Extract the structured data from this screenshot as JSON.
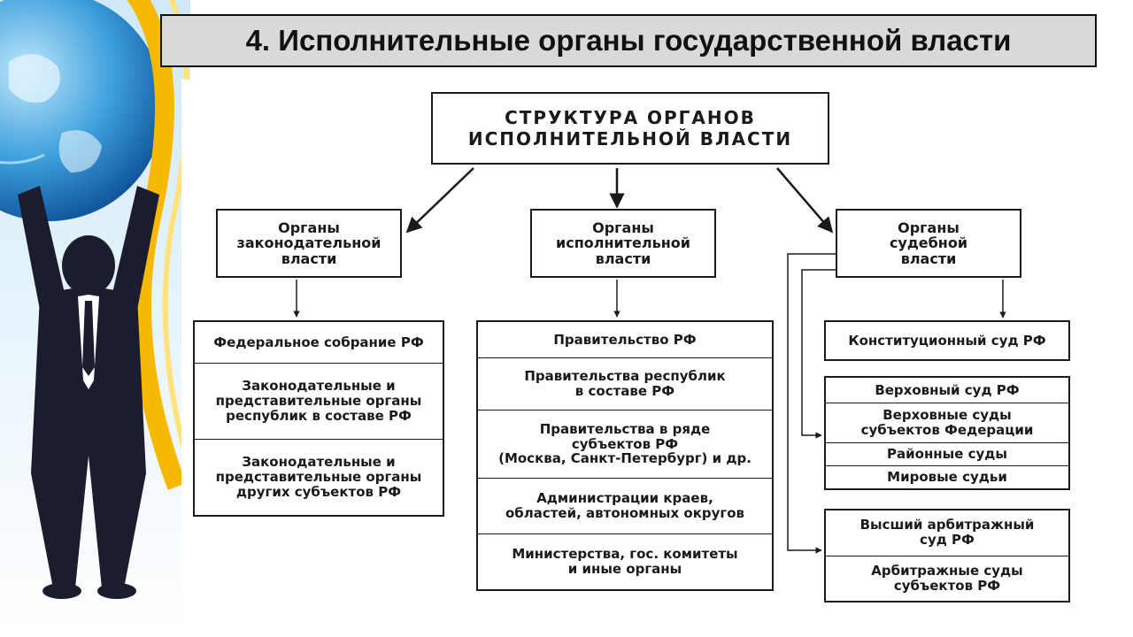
{
  "title": "4. Исполнительные органы государственной власти",
  "colors": {
    "accent": "#f6b800",
    "title_bg": "#d9d9d9",
    "line": "#1a1a1a"
  },
  "diagram": {
    "root": "СТРУКТУРА ОРГАНОВ\nИСПОЛНИТЕЛЬНОЙ ВЛАСТИ",
    "branches": {
      "legislative": {
        "label": "Органы\nзаконодательной\nвласти",
        "items": [
          "Федеральное собрание РФ",
          "Законодательные и\nпредставительные органы\nреспублик в составе РФ",
          "Законодательные и\nпредставительные органы\nдругих субъектов РФ"
        ]
      },
      "executive": {
        "label": "Органы\nисполнительной\nвласти",
        "items": [
          "Правительство РФ",
          "Правительства республик\nв составе РФ",
          "Правительства в ряде\nсубъектов РФ\n(Москва, Санкт-Петербург) и др.",
          "Администрации краев,\nобластей, автономных округов",
          "Министерства, гос. комитеты\nи иные органы"
        ]
      },
      "judicial": {
        "label": "Органы\nсудебной\nвласти",
        "constitutional": "Конституционный суд РФ",
        "general": [
          "Верховный суд РФ",
          "Верховные суды\nсубъектов Федерации",
          "Районные суды",
          "Мировые судьи"
        ],
        "arbitration": [
          "Высший арбитражный\nсуд РФ",
          "Арбитражные суды\nсубъектов РФ"
        ]
      }
    }
  }
}
